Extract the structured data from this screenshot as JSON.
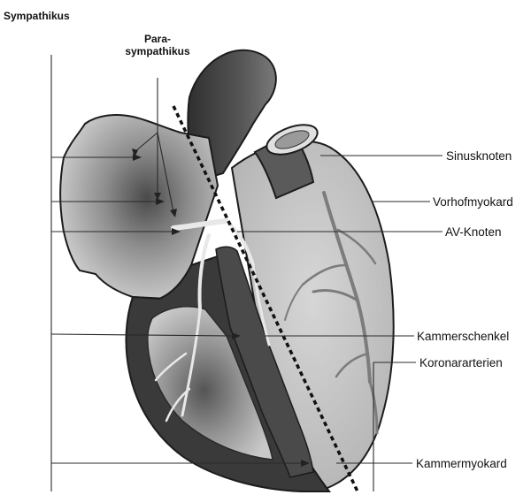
{
  "title": "Sympathikus",
  "parasympathetic_label": {
    "line1": "Para-",
    "line2": "sympathikus"
  },
  "right_labels": [
    "Sinusknoten",
    "Vorhofmyokard",
    "AV-Knoten",
    "Kammerschenkel",
    "Koronararterien",
    "Kammermyokard"
  ],
  "colors": {
    "dark_tissue": "#3b3b3b",
    "mid_tissue": "#7e7e7e",
    "light_tissue": "#d2d2d2",
    "lines": "#2a2a2a"
  }
}
